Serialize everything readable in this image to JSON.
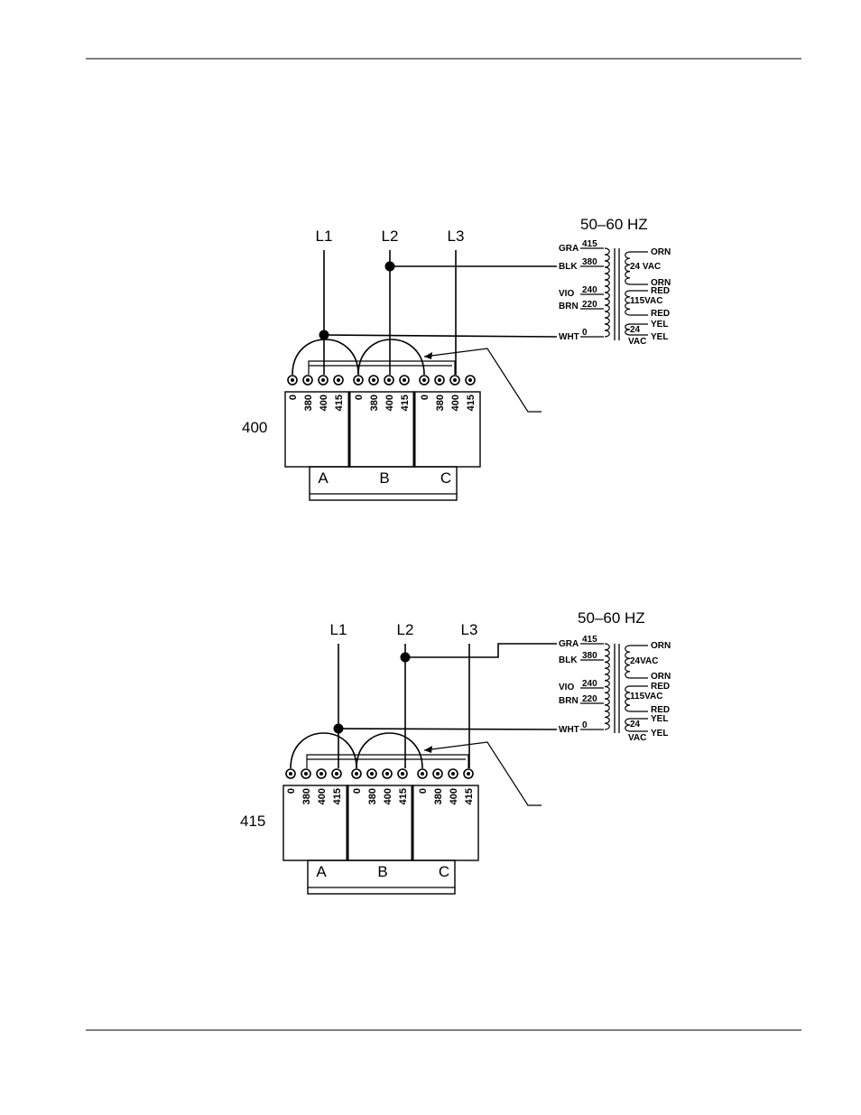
{
  "diagrams": [
    {
      "voltage_label": "400",
      "frequency_label": "50–60  HZ",
      "line_labels": [
        "L1",
        "L2",
        "L3"
      ],
      "phase_labels": [
        "A",
        "B",
        "C"
      ],
      "terminal_labels": [
        "0",
        "380",
        "400",
        "415"
      ],
      "primary_wires": [
        "GRA",
        "BLK",
        "VIO",
        "BRN",
        "WHT"
      ],
      "primary_taps": [
        "415",
        "380",
        "240",
        "220",
        "0"
      ],
      "secondary": {
        "orn_top": "ORN",
        "vac24_top": "24  VAC",
        "orn_mid": "ORN",
        "red_top": "RED",
        "vac115": "115VAC",
        "red_bottom": "RED",
        "yel_top": "YEL",
        "vac24_num": "24",
        "vac24_unit": "VAC",
        "yel_bottom": "YEL"
      }
    },
    {
      "voltage_label": "415",
      "frequency_label": "50–60  HZ",
      "line_labels": [
        "L1",
        "L2",
        "L3"
      ],
      "phase_labels": [
        "A",
        "B",
        "C"
      ],
      "terminal_labels": [
        "0",
        "380",
        "400",
        "415"
      ],
      "primary_wires": [
        "GRA",
        "BLK",
        "VIO",
        "BRN",
        "WHT"
      ],
      "primary_taps": [
        "415",
        "380",
        "240",
        "220",
        "0"
      ],
      "secondary": {
        "orn_top": "ORN",
        "vac24_top": "24VAC",
        "orn_mid": "ORN",
        "red_top": "RED",
        "vac115": "115VAC",
        "red_bottom": "RED",
        "yel_top": "YEL",
        "vac24_num": "24",
        "vac24_unit": "VAC",
        "yel_bottom": "YEL"
      }
    }
  ]
}
